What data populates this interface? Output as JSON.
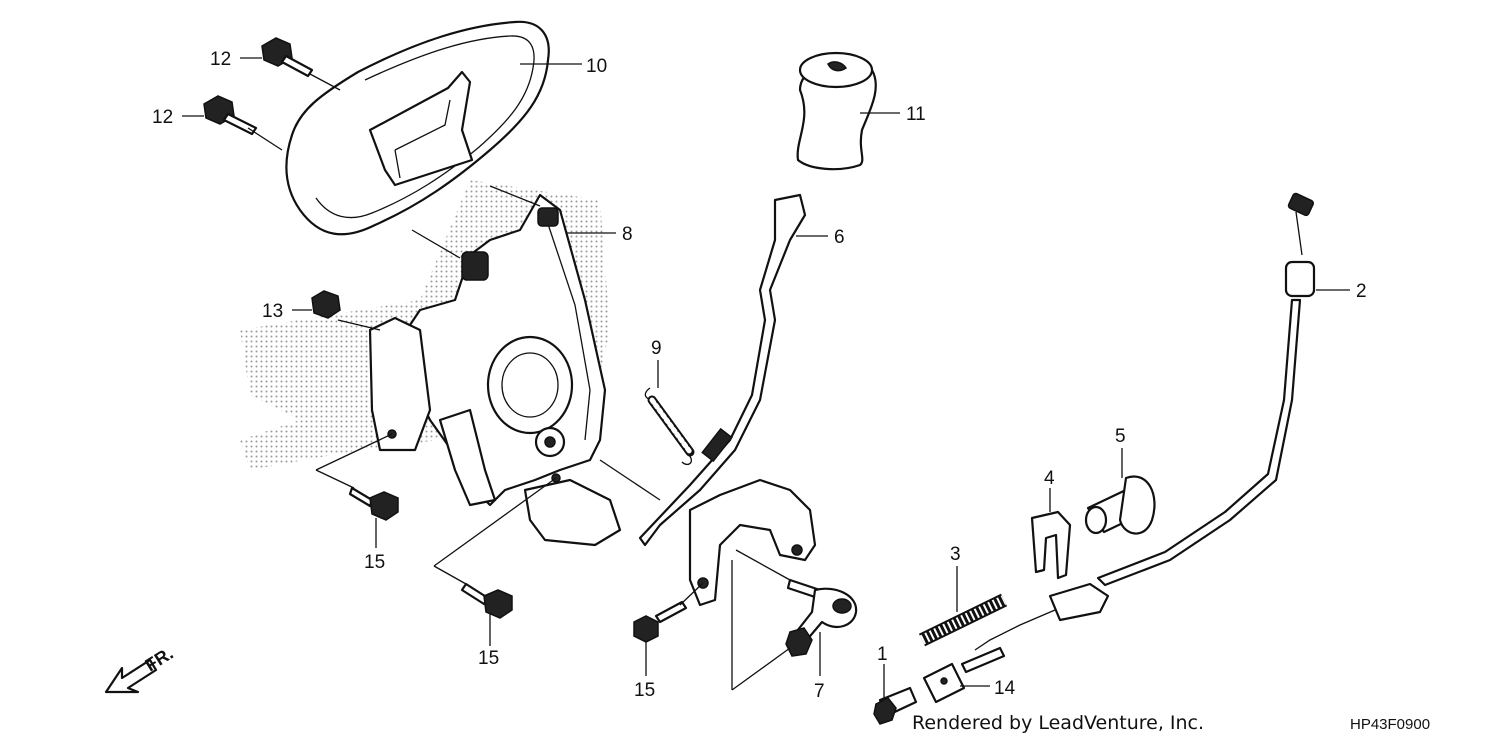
{
  "callouts": {
    "c1": "1",
    "c2": "2",
    "c3": "3",
    "c4": "4",
    "c5": "5",
    "c6": "6",
    "c7": "7",
    "c8": "8",
    "c9": "9",
    "c10": "10",
    "c11": "11",
    "c12a": "12",
    "c12b": "12",
    "c13": "13",
    "c14": "14",
    "c15a": "15",
    "c15b": "15",
    "c15c": "15"
  },
  "direction": {
    "label": "FR."
  },
  "footer": {
    "credit": "Rendered by LeadVenture, Inc.",
    "code": "HP43F0900"
  },
  "colors": {
    "line": "#111111",
    "shading": "#9a9a9a",
    "background": "#ffffff"
  },
  "icons": [
    "front-direction-arrow-icon"
  ]
}
